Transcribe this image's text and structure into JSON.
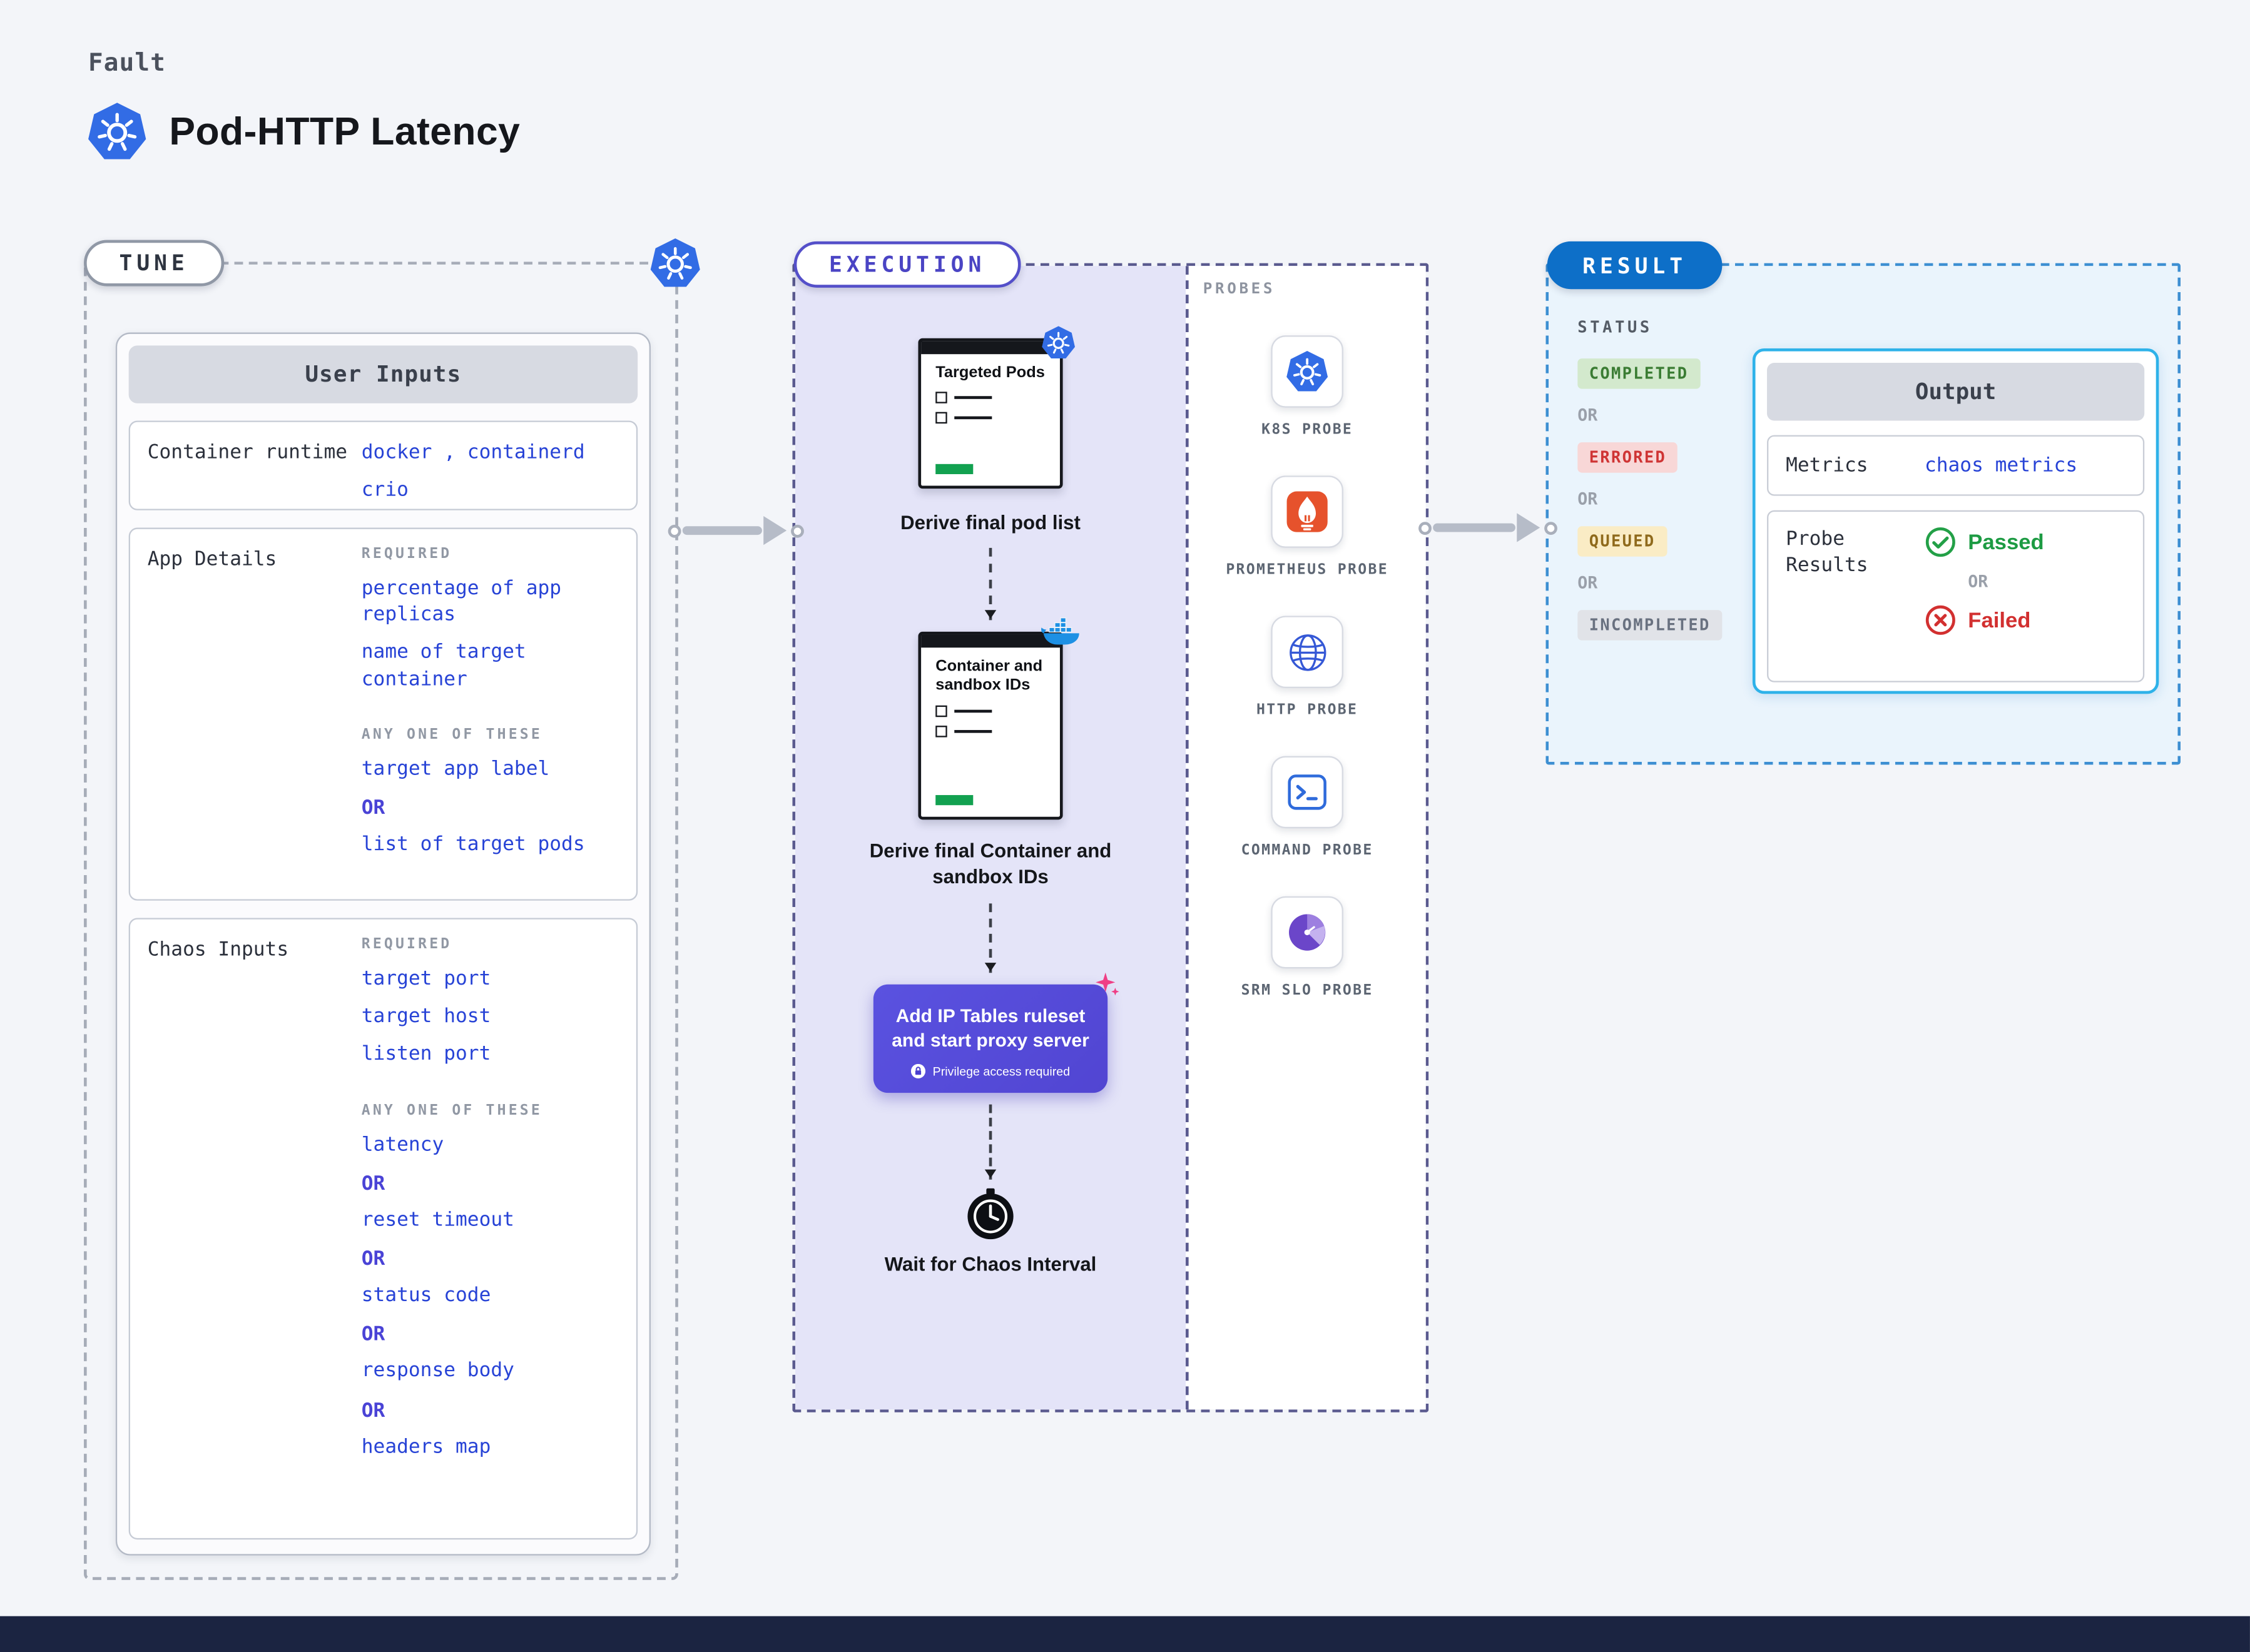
{
  "colors": {
    "k8s_blue": "#326CE5",
    "value_blue": "#2743d6",
    "or_indigo": "#4a43d6",
    "execution_purple": "#5145d2",
    "result_badge_blue": "#0d6fc8",
    "output_border_cyan": "#2eb2e9",
    "passed_green": "#1d9b43",
    "failed_red": "#d23030",
    "prometheus_orange": "#e6522c",
    "doc_progress_green": "#12a150",
    "footer_navy": "#1b2441"
  },
  "header": {
    "kicker": "Fault",
    "title": "Pod-HTTP Latency"
  },
  "tune": {
    "badge": "TUNE",
    "panel_title": "User Inputs",
    "runtime": {
      "label": "Container runtime",
      "line1": "docker , containerd",
      "line2": "crio"
    },
    "app": {
      "label": "App Details",
      "required_label": "REQUIRED",
      "required": [
        "percentage of app replicas",
        "name of target container"
      ],
      "anyone_label": "ANY ONE OF THESE",
      "items": [
        "target app label",
        "OR",
        "list of target pods"
      ]
    },
    "chaos": {
      "label": "Chaos Inputs",
      "required_label": "REQUIRED",
      "required": [
        "target port",
        "target host",
        "listen port"
      ],
      "anyone_label": "ANY ONE OF THESE",
      "items": [
        "latency",
        "OR",
        "reset timeout",
        "OR",
        "status code",
        "OR",
        "response body",
        "OR",
        "headers map"
      ]
    }
  },
  "execution": {
    "badge": "EXECUTION",
    "probes_label": "PROBES",
    "probes": [
      {
        "name": "K8S PROBE",
        "icon": "kubernetes-icon"
      },
      {
        "name": "PROMETHEUS PROBE",
        "icon": "prometheus-icon"
      },
      {
        "name": "HTTP PROBE",
        "icon": "globe-icon"
      },
      {
        "name": "COMMAND PROBE",
        "icon": "terminal-icon"
      },
      {
        "name": "SRM SLO PROBE",
        "icon": "slo-pie-icon"
      }
    ],
    "command_glyph": ">_",
    "doc1": {
      "title": "Targeted Pods",
      "caption": "Derive final pod list"
    },
    "doc2": {
      "title": "Container and sandbox IDs",
      "caption": "Derive final Container and sandbox IDs"
    },
    "action": {
      "text": "Add IP Tables ruleset and start proxy server",
      "note": "Privilege access required"
    },
    "wait_caption": "Wait for Chaos Interval"
  },
  "result": {
    "badge": "RESULT",
    "status_label": "STATUS",
    "statuses": [
      "COMPLETED",
      "OR",
      "ERRORED",
      "OR",
      "QUEUED",
      "OR",
      "INCOMPLETED"
    ],
    "output": {
      "title": "Output",
      "metrics_label": "Metrics",
      "metrics_value": "chaos metrics",
      "probe_results_label": "Probe Results",
      "passed": "Passed",
      "or": "OR",
      "failed": "Failed"
    }
  }
}
